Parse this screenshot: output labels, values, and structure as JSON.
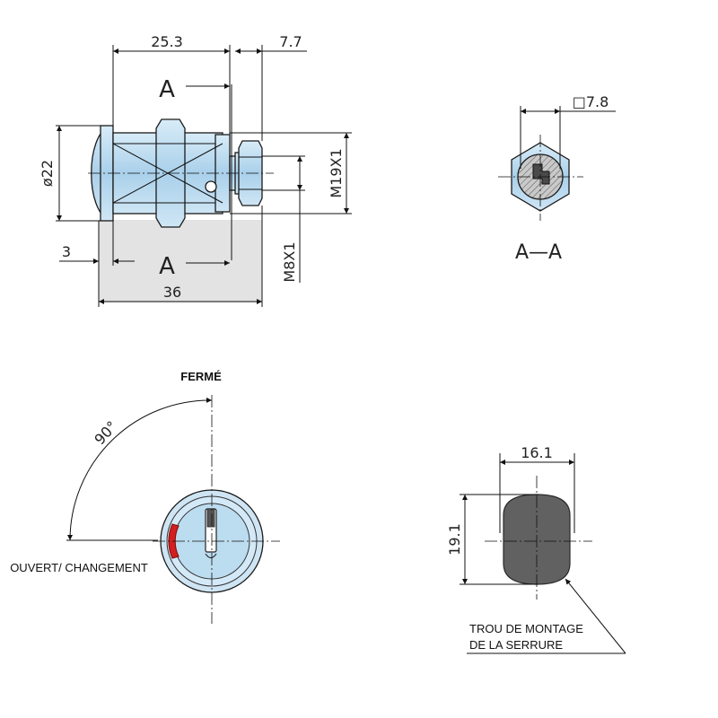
{
  "side_view": {
    "dim_length": "25.3",
    "dim_bolt": "7.7",
    "dim_diameter": "ø22",
    "dim_thread_body": "M19X1",
    "dim_thread_bolt": "M8X1",
    "dim_flange": "3",
    "dim_total": "36",
    "section_mark": "A"
  },
  "section_view": {
    "dim_square": "□7.8",
    "label": "A—A"
  },
  "front_view": {
    "closed_label": "FERMÉ",
    "open_label": "OUVERT/ CHANGEMENT",
    "angle_label": "90°"
  },
  "cutout_view": {
    "dim_width": "16.1",
    "dim_height": "19.1",
    "note_line1": "TROU DE MONTAGE",
    "note_line2": "DE LA SERRURE"
  },
  "colors": {
    "part_fill": "#b9d9ef",
    "hatch_fill": "#c9c9c9",
    "cutout_fill": "#616161",
    "indicator_red": "#d21f1f",
    "line": "#111111"
  }
}
